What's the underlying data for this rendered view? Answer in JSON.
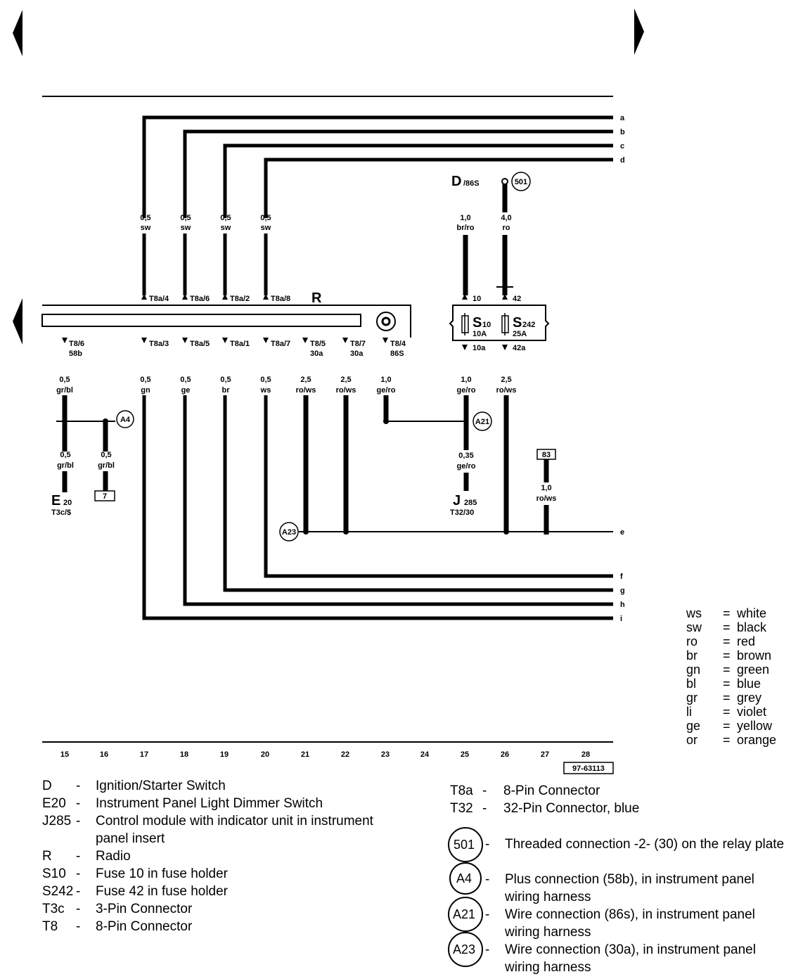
{
  "nav": {
    "prev": "previous page",
    "next": "next page"
  },
  "diagram_id": "97-63113",
  "columns": [
    "15",
    "16",
    "17",
    "18",
    "19",
    "20",
    "21",
    "22",
    "23",
    "24",
    "25",
    "26",
    "27",
    "28"
  ],
  "bus_letters": [
    "a",
    "b",
    "c",
    "d",
    "e",
    "f",
    "g",
    "h",
    "i"
  ],
  "component": {
    "R": "R",
    "D": "D",
    "D_sub": "/86S",
    "E20": "E",
    "E20_sub": "20",
    "E20_pin": "T3c/$",
    "J285": "J",
    "J285_sub": "285",
    "J285_pin": "T32/30"
  },
  "fuses": {
    "S10": {
      "name": "S",
      "sub": "10",
      "rating": "10A",
      "in": "10",
      "out": "10a"
    },
    "S242": {
      "name": "S",
      "sub": "242",
      "rating": "25A",
      "in": "42",
      "out": "42a"
    }
  },
  "connections": {
    "c501": "501",
    "A4": "A4",
    "A21": "A21",
    "A23": "A23"
  },
  "boxes": {
    "b7": "7",
    "b83": "83"
  },
  "pins_top": [
    "T8a/4",
    "T8a/6",
    "T8a/2",
    "T8a/8"
  ],
  "pins_bottom": [
    "T8/6",
    "T8a/3",
    "T8a/5",
    "T8a/1",
    "T8a/7",
    "T8/5",
    "T8/7",
    "T8/4"
  ],
  "pins_bottom_sub": [
    "58b",
    "",
    "",
    "",
    "",
    "30a",
    "30a",
    "86S"
  ],
  "wires_top": [
    {
      "size": "0,5",
      "color": "sw"
    },
    {
      "size": "0,5",
      "color": "sw"
    },
    {
      "size": "0,5",
      "color": "sw"
    },
    {
      "size": "0,5",
      "color": "sw"
    },
    {
      "size": "1,0",
      "color": "br/ro"
    },
    {
      "size": "4,0",
      "color": "ro"
    }
  ],
  "wires_bottom": [
    {
      "size": "0,5",
      "color": "gr/bl"
    },
    {
      "size": "0,5",
      "color": "gn"
    },
    {
      "size": "0,5",
      "color": "ge"
    },
    {
      "size": "0,5",
      "color": "br"
    },
    {
      "size": "0,5",
      "color": "ws"
    },
    {
      "size": "2,5",
      "color": "ro/ws"
    },
    {
      "size": "2,5",
      "color": "ro/ws"
    },
    {
      "size": "1,0",
      "color": "ge/ro"
    },
    {
      "size": "1,0",
      "color": "ge/ro"
    },
    {
      "size": "2,5",
      "color": "ro/ws"
    }
  ],
  "wires_lower": [
    {
      "size": "0,5",
      "color": "gr/bl"
    },
    {
      "size": "0,5",
      "color": "gr/bl"
    },
    {
      "size": "0,35",
      "color": "ge/ro"
    },
    {
      "size": "1,0",
      "color": "ro/ws"
    }
  ],
  "color_key": [
    {
      "code": "ws",
      "name": "white"
    },
    {
      "code": "sw",
      "name": "black"
    },
    {
      "code": "ro",
      "name": "red"
    },
    {
      "code": "br",
      "name": "brown"
    },
    {
      "code": "gn",
      "name": "green"
    },
    {
      "code": "bl",
      "name": "blue"
    },
    {
      "code": "gr",
      "name": "grey"
    },
    {
      "code": "li",
      "name": "violet"
    },
    {
      "code": "ge",
      "name": "yellow"
    },
    {
      "code": "or",
      "name": "orange"
    }
  ],
  "legend_left": [
    {
      "code": "D",
      "desc": "Ignition/Starter Switch"
    },
    {
      "code": "E20",
      "desc": "Instrument Panel Light Dimmer Switch"
    },
    {
      "code": "J285",
      "desc": "Control module with indicator unit in instrument"
    },
    {
      "code": "",
      "desc": "panel insert"
    },
    {
      "code": "R",
      "desc": "Radio"
    },
    {
      "code": "S10",
      "desc": "Fuse 10 in fuse holder"
    },
    {
      "code": "S242",
      "desc": "Fuse 42 in fuse holder"
    },
    {
      "code": "T3c",
      "desc": "3-Pin Connector"
    },
    {
      "code": "T8",
      "desc": "8-Pin Connector"
    }
  ],
  "legend_right_top": [
    {
      "code": "T8a",
      "desc": "8-Pin Connector"
    },
    {
      "code": "T32",
      "desc": "32-Pin Connector, blue"
    }
  ],
  "legend_right_circles": [
    {
      "code": "501",
      "desc": "Threaded connection -2- (30) on the relay plate",
      "desc2": ""
    },
    {
      "code": "A4",
      "desc": "Plus connection (58b), in instrument panel",
      "desc2": "wiring harness"
    },
    {
      "code": "A21",
      "desc": "Wire connection (86s), in instrument panel",
      "desc2": "wiring harness"
    },
    {
      "code": "A23",
      "desc": "Wire connection (30a), in instrument panel",
      "desc2": "wiring harness"
    }
  ],
  "dash": "-"
}
